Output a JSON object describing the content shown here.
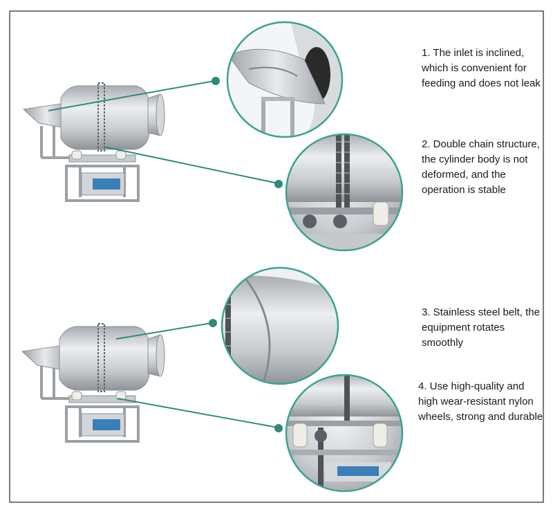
{
  "callouts": [
    {
      "number": "1",
      "text": "1. The inlet is inclined, which is convenient for feeding and does not leak"
    },
    {
      "number": "2",
      "text": "2. Double chain structure, the cylinder body is not deformed, and the operation is stable"
    },
    {
      "number": "3",
      "text": "3. Stainless steel belt, the equipment rotates smoothly"
    },
    {
      "number": "4",
      "text": "4. Use high-quality and high wear-resistant nylon wheels, strong and durable"
    }
  ],
  "colors": {
    "leader_line": "#2e8b7a",
    "circle_border": "#3aa391",
    "steel_light": "#e4e6e8",
    "steel_mid": "#b9bdc1",
    "steel_dark": "#8c9196",
    "panel_blue": "#3b7fb8",
    "frame_border": "#222222"
  }
}
